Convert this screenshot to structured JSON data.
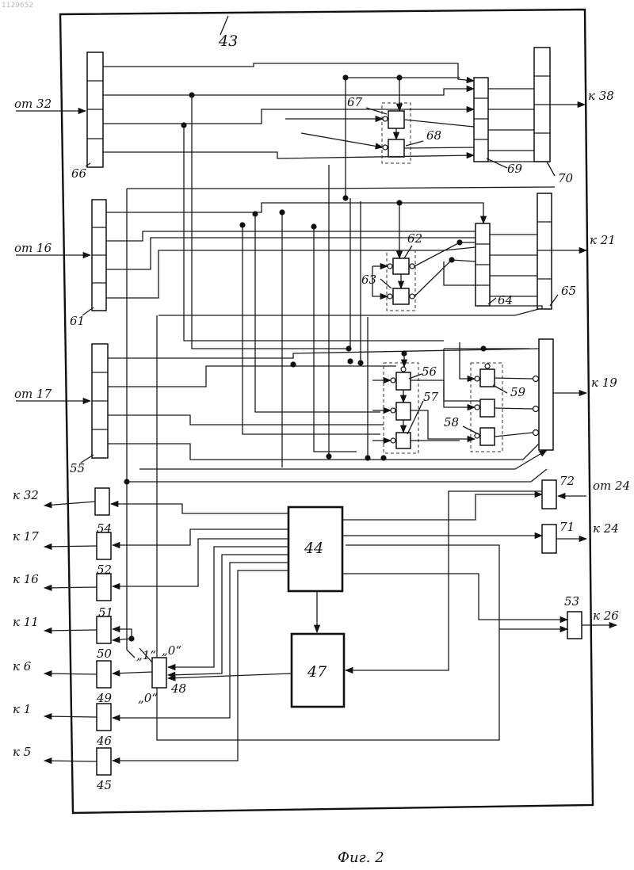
{
  "source_number": "1129652",
  "caption": "Фиг. 2",
  "labels": {
    "n43": "43",
    "n44": "44",
    "n47": "47",
    "n45": "45",
    "n46": "46",
    "n48": "48",
    "n49": "49",
    "n50": "50",
    "n51": "51",
    "n52": "52",
    "n53": "53",
    "n54": "54",
    "n55": "55",
    "n56": "56",
    "n57": "57",
    "n58": "58",
    "n59": "59",
    "n61": "61",
    "n62": "62",
    "n63": "63",
    "n64": "64",
    "n65": "65",
    "n66": "66",
    "n67": "67",
    "n68": "68",
    "n69": "69",
    "n70": "70",
    "n71": "71",
    "n72": "72",
    "q1": "„1“",
    "q0a": "„0“",
    "q0b": "„0“"
  },
  "io": {
    "in_32": "от 32",
    "in_16": "от 16",
    "in_17": "от 17",
    "in_24": "от 24",
    "out_38": "к 38",
    "out_21": "к 21",
    "out_19": "к 19",
    "out_24": "к 24",
    "out_26": "к 26",
    "out_32": "к 32",
    "out_17": "к 17",
    "out_16": "к 16",
    "out_11": "к 11",
    "out_6": "к 6",
    "out_1": "к 1",
    "out_5": "к 5"
  }
}
